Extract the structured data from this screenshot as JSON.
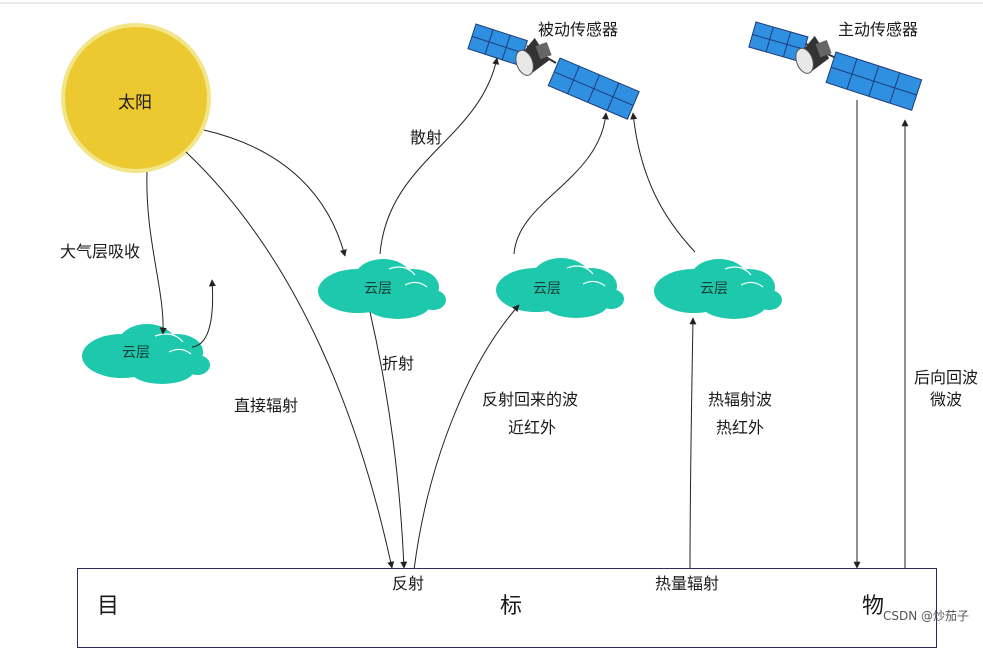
{
  "sun": {
    "label": "太阳",
    "color": "#ECC930",
    "rim": "#F3E58A"
  },
  "sensors": {
    "passive": "被动传感器",
    "active": "主动传感器"
  },
  "clouds": {
    "label": "云层",
    "color": "#1EC8AD"
  },
  "labels": {
    "atmosphere_absorb": "大气层吸收",
    "scatter": "散射",
    "direct": "直接辐射",
    "refraction": "折射",
    "reflected_wave": "反射回来的波",
    "near_ir": "近红外",
    "thermal_wave": "热辐射波",
    "thermal_ir": "热红外",
    "backscatter": "后向回波",
    "microwave": "微波",
    "reflection": "反射",
    "thermal_radiation": "热量辐射"
  },
  "target": {
    "chars": [
      "目",
      "标",
      "物"
    ]
  },
  "watermark": "CSDN @炒茄子"
}
